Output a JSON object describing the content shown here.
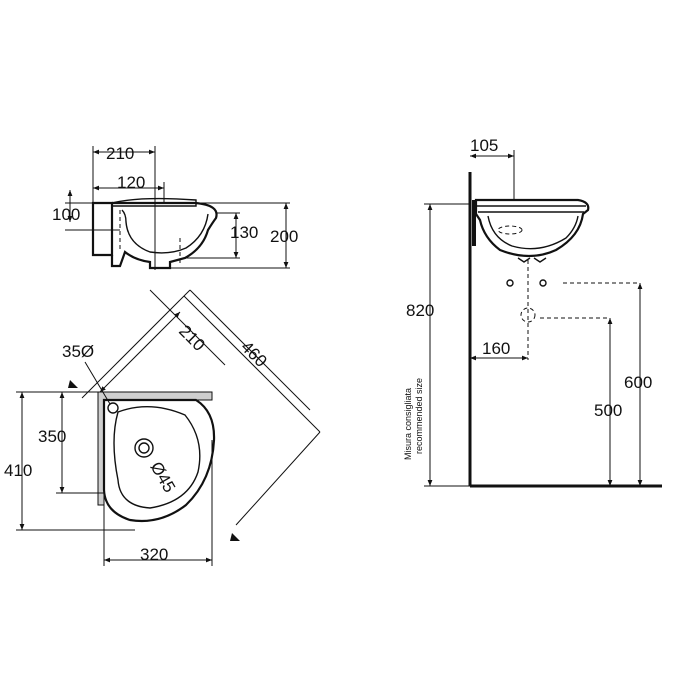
{
  "top_view": {
    "dim_width_total": "210",
    "dim_width_inner": "120",
    "dim_wall_height": "100",
    "dim_bowl_height": "130",
    "dim_total_height": "200"
  },
  "plan_view": {
    "dim_hole": "35Ø",
    "dim_diag_inner": "210",
    "dim_diag_total": "460",
    "dim_side_inner": "350",
    "dim_side_total": "410",
    "dim_drain": "Ø45",
    "dim_bottom": "320"
  },
  "side_view": {
    "dim_depth_top": "105",
    "dim_mount_height": "820",
    "dim_offset": "160",
    "dim_height_600": "600",
    "dim_height_500": "500",
    "note_line1": "Misura consigliata",
    "note_line2": "recommended size"
  }
}
